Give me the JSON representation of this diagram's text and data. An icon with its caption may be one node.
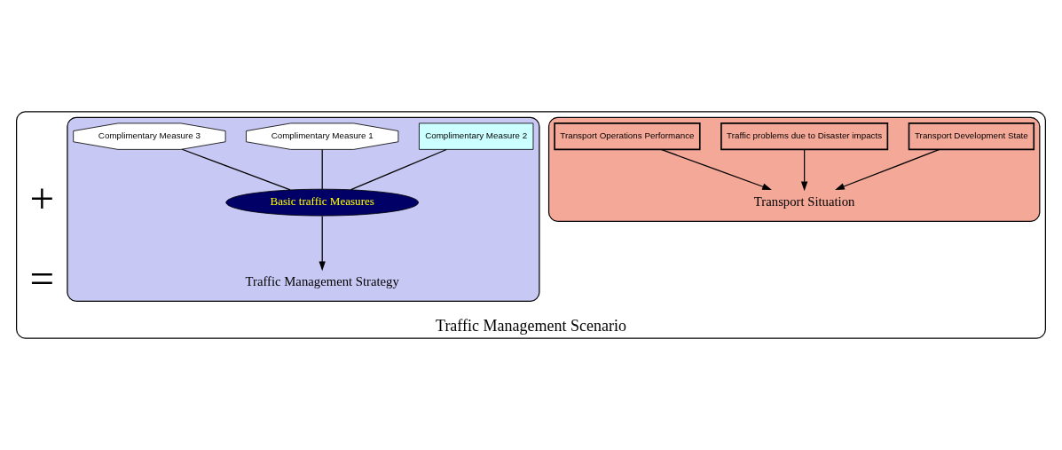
{
  "diagram": {
    "nodes": [
      {
        "text": [
          "Traffic Management Scenario"
        ]
      },
      {
        "text": [],
        "shape": "ellipse",
        "in": 0
      },
      {
        "text": [
          "Transport Development State"
        ],
        "in": 1
      },
      {
        "text": [
          "Traffic problems due to Disaster impacts"
        ],
        "in": 1
      },
      {
        "text": [
          "Transport Operations Performance"
        ],
        "in": 1
      },
      {
        "text": [
          "Transport Situation"
        ],
        "in": 1
      },
      {
        "text": [],
        "shape": "ellipse",
        "in": 0
      },
      {
        "text": [
          "Complimentary Measure 2"
        ],
        "in": 6
      },
      {
        "text": [
          "Complimentary Measure 1"
        ],
        "in": 6
      },
      {
        "text": [
          "Basic traffic Measures"
        ],
        "in": 6
      },
      {
        "text": [
          "Complimentary Measure 3"
        ],
        "in": 6
      },
      {
        "text": [
          "Traffic Management Strategy"
        ],
        "in": 6
      }
    ],
    "edges": [
      {
        "from": 3,
        "to": 5,
        "arrow": "to"
      },
      {
        "from": 2,
        "to": 5,
        "arrow": "to"
      },
      {
        "from": 4,
        "to": 5,
        "arrow": "to"
      },
      {
        "from": 7,
        "to": 9,
        "arrow": "none"
      },
      {
        "from": 8,
        "to": 9,
        "arrow": "none"
      },
      {
        "from": 10,
        "to": 9,
        "arrow": "none"
      },
      {
        "from": 9,
        "to": 11,
        "arrow": "to"
      }
    ],
    "labels": [
      "+",
      "="
    ]
  }
}
